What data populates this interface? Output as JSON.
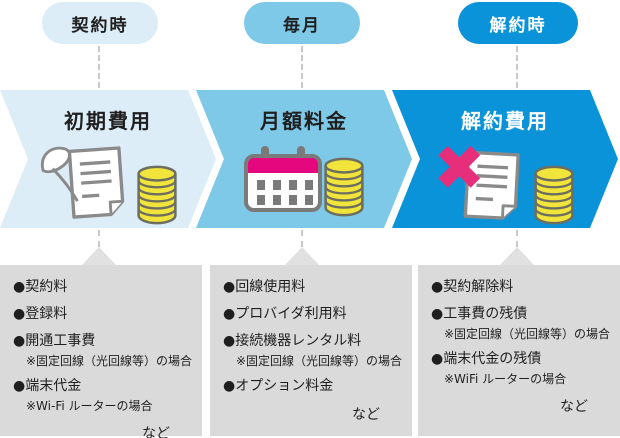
{
  "palette": {
    "light_blue": "#DCEDF8",
    "mid_blue": "#7EC8E8",
    "dark_blue": "#0A93D8",
    "accent_pink": "#E5077E",
    "coin_yellow": "#F1E43B",
    "box_gray": "#DADADA",
    "text_dark": "#1F1F1F"
  },
  "stages": [
    {
      "timing": "契約時",
      "title": "初期費用",
      "icon": "contract-quill-icon",
      "items": [
        {
          "label": "●契約料"
        },
        {
          "label": "●登録料"
        },
        {
          "label": "●開通工事費",
          "note": "※固定回線（光回線等）の場合"
        },
        {
          "label": "●端末代金",
          "note": "※Wi-Fi ルーターの場合"
        }
      ],
      "etc": "など"
    },
    {
      "timing": "毎月",
      "title": "月額料金",
      "icon": "calendar-icon",
      "items": [
        {
          "label": "●回線使用料"
        },
        {
          "label": "●プロバイダ利用料"
        },
        {
          "label": "●接続機器レンタル料",
          "note": "※固定回線（光回線等）の場合"
        },
        {
          "label": "●オプション料金"
        }
      ],
      "etc": "など"
    },
    {
      "timing": "解約時",
      "title": "解約費用",
      "icon": "cancel-document-icon",
      "items": [
        {
          "label": "●契約解除料"
        },
        {
          "label": "●工事費の残債",
          "note": "※固定回線（光回線等）の場合"
        },
        {
          "label": "●端末代金の残債",
          "note": "※WiFi ルーターの場合"
        }
      ],
      "etc": "など"
    }
  ]
}
